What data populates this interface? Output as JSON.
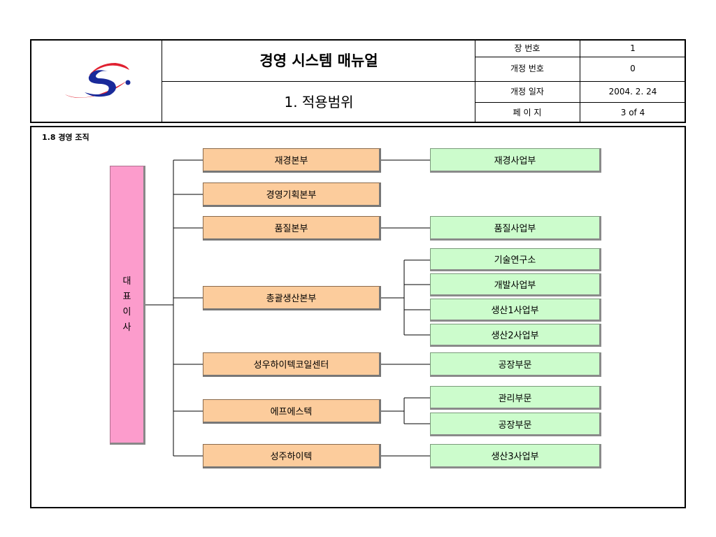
{
  "header": {
    "doc_title": "경영 시스템 매뉴얼",
    "section_title": "1. 적용범위",
    "fields": [
      {
        "label": "장 번호",
        "value": "1"
      },
      {
        "label": "개정 번호",
        "value": "0"
      },
      {
        "label": "개정 일자",
        "value": "2004. 2. 24"
      },
      {
        "label": "페 이 지",
        "value": "3 of 4"
      }
    ],
    "logo_icon": "swoosh-s-logo",
    "colors": {
      "logo_red": "#e02030",
      "logo_blue": "#1a2a9a"
    }
  },
  "section_label": "1.8 경영 조직",
  "org": {
    "ceo": [
      "대",
      "표",
      "이",
      "사"
    ],
    "divisions": [
      {
        "name": "재경본부",
        "subs": [
          "재경사업부"
        ]
      },
      {
        "name": "경영기획본부",
        "subs": []
      },
      {
        "name": "품질본부",
        "subs": [
          "품질사업부"
        ]
      },
      {
        "name": "총괄생산본부",
        "subs": [
          "기술연구소",
          "개발사업부",
          "생산1사업부",
          "생산2사업부"
        ]
      },
      {
        "name": "성우하이텍코일센터",
        "subs": [
          "공장부문"
        ]
      },
      {
        "name": "에프에스텍",
        "subs": [
          "관리부문",
          "공장부문"
        ]
      },
      {
        "name": "성주하이텍",
        "subs": [
          "생산3사업부"
        ]
      }
    ],
    "colors": {
      "ceo": "#fc9ccc",
      "division": "#fccc9c",
      "sub": "#ccfccc"
    }
  }
}
